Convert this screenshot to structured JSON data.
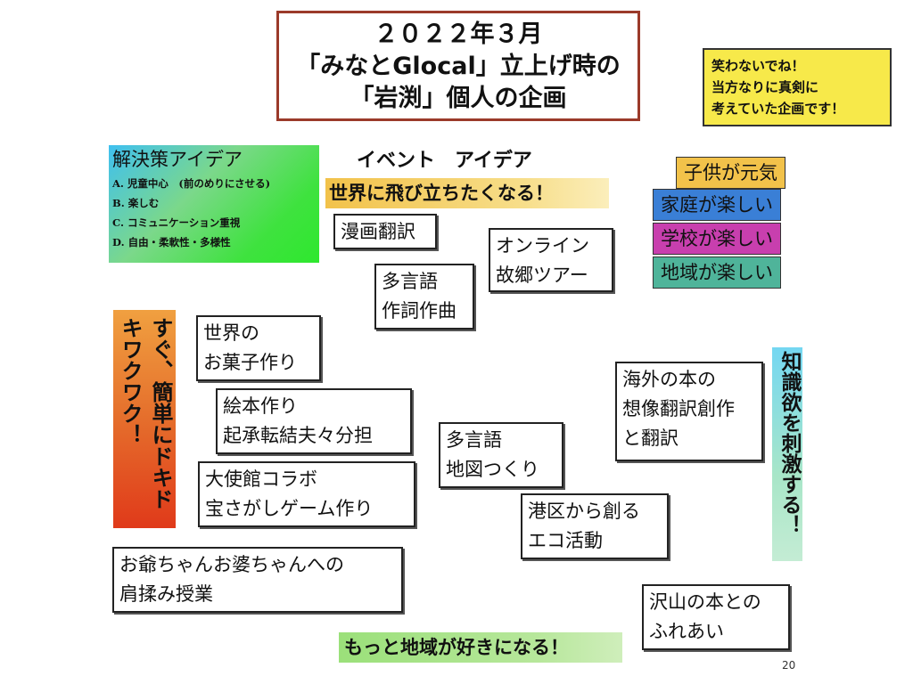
{
  "title": {
    "line1": "２０２２年３月",
    "line2": "「みなとGlocal」立上げ時の",
    "line3": "「岩渕」個人の企画"
  },
  "note": {
    "line1": "笑わないでね！",
    "line2": "当方なりに真剣に",
    "line3": "考えていた企画です！"
  },
  "solutions": {
    "heading": "解決策アイデア",
    "items": [
      "A. 児童中心　(前のめりにさせる)",
      "B. 楽しむ",
      "C. コミュニケーション重視",
      "D. 自由・柔軟性・多様性"
    ]
  },
  "event_heading": "イベント　アイデア",
  "world_fly": "世界に飛び立ちたくなる！",
  "fun_labels": {
    "kids": "子供が元気",
    "home": "家庭が楽しい",
    "school": "学校が楽しい",
    "region": "地域が楽しい"
  },
  "fun_colors": {
    "kids": "#f2c24a",
    "home": "#3a7fd6",
    "school": "#c83fae",
    "region": "#4fb49a"
  },
  "left_vertical": "すぐ、簡単にドキドキワクワク！",
  "right_vertical": "知識欲を刺激する！",
  "ideas": {
    "manga": [
      "漫画翻訳"
    ],
    "online": [
      "オンライン",
      "故郷ツアー"
    ],
    "multi_song": [
      "多言語",
      "作詞作曲"
    ],
    "sweets": [
      "世界の",
      "お菓子作り"
    ],
    "picture_book": [
      "絵本作り",
      "起承転結夫々分担"
    ],
    "embassy": [
      "大使館コラボ",
      "宝さがしゲーム作り"
    ],
    "map": [
      "多言語",
      "地図つくり"
    ],
    "eco": [
      "港区から創る",
      "エコ活動"
    ],
    "grand": [
      "お爺ちゃんお婆ちゃんへの",
      "肩揉み授業"
    ],
    "overseas": [
      "海外の本の",
      "想像翻訳創作",
      "と翻訳"
    ],
    "books": [
      "沢山の本との",
      "ふれあい"
    ]
  },
  "love_area": "もっと地域が好きになる！",
  "page_number": "20"
}
